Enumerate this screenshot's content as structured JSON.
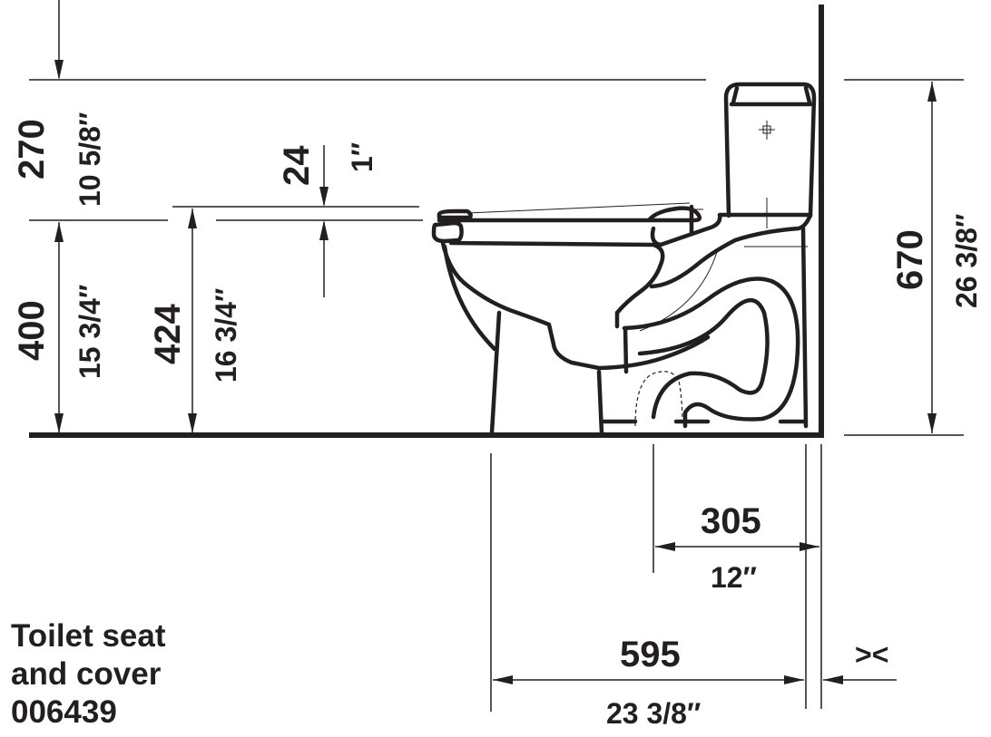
{
  "dimensions": {
    "top_clearance_mm": "270",
    "top_clearance_in": "10 5/8″",
    "seat_gap_mm": "24",
    "seat_gap_in": "1″",
    "rim_height_mm": "400",
    "rim_height_in": "15 3/4″",
    "seat_height_mm": "424",
    "seat_height_in": "16 3/4″",
    "total_height_mm": "670",
    "total_height_in": "26 3/8″",
    "rough_in_mm": "305",
    "rough_in_in": "12″",
    "depth_mm": "595",
    "depth_in": "23 3/8″",
    "gap_symbol": "><"
  },
  "caption": {
    "line1": "Toilet seat",
    "line2": "and cover",
    "line3": "006439"
  }
}
